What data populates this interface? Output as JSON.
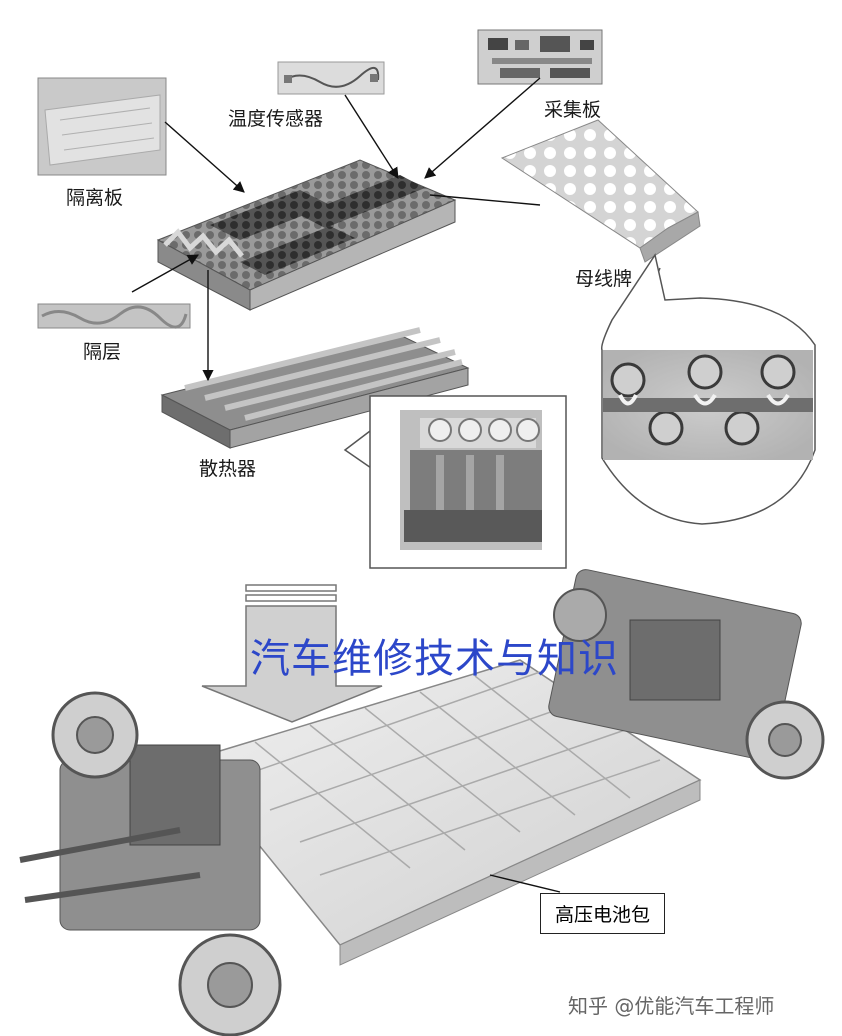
{
  "labels": {
    "separator_plate": "隔离板",
    "temp_sensor": "温度传感器",
    "acquisition_board": "采集板",
    "busbar": "母线牌",
    "isolation_layer": "隔层",
    "heat_sink": "散热器",
    "hv_battery_pack": "高压电池包"
  },
  "watermark": "汽车维修技术与知识",
  "credit": "知乎 @优能汽车工程师"
}
